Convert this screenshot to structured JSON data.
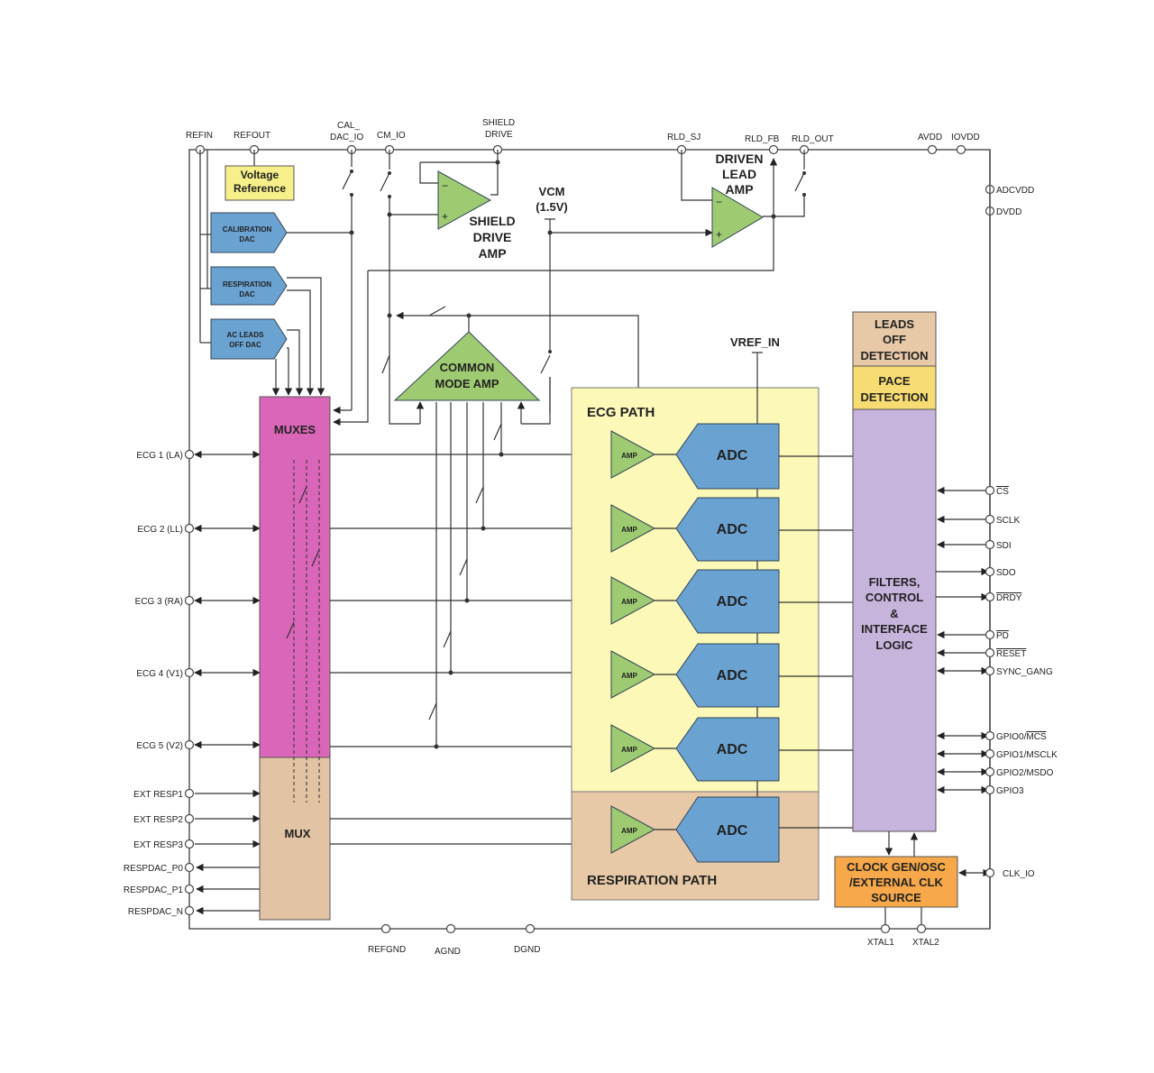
{
  "colors": {
    "mux": "#d966b8",
    "mux_low": "#e2c3a3",
    "amp": "#9ecb72",
    "adc": "#6aa2d2",
    "dac": "#6aa2d2",
    "ecg_path": "#fbf8b8",
    "resp_path": "#e8c9a7",
    "filters": "#c7b4dc",
    "leads_off": "#e8c9a7",
    "pace": "#f6dc72",
    "clock": "#f6a84a",
    "vref_box": "#f7f08a",
    "wire": "#333333"
  },
  "top_pins": {
    "refin": "REFIN",
    "refout": "REFOUT",
    "cal_dac_io_1": "CAL_",
    "cal_dac_io_2": "DAC_IO",
    "cm_io": "CM_IO",
    "shield_1": "SHIELD",
    "shield_2": "DRIVE",
    "rld_sj": "RLD_SJ",
    "rld_fb": "RLD_FB",
    "rld_out": "RLD_OUT",
    "avdd": "AVDD",
    "iovdd": "IOVDD"
  },
  "right_power": {
    "adcvdd": "ADCVDD",
    "dvdd": "DVDD"
  },
  "left_pins": {
    "ecg1": "ECG 1 (LA)",
    "ecg2": "ECG 2 (LL)",
    "ecg3": "ECG 3 (RA)",
    "ecg4": "ECG 4 (V1)",
    "ecg5": "ECG 5 (V2)",
    "ext1": "EXT RESP1",
    "ext2": "EXT RESP2",
    "ext3": "EXT RESP3",
    "rp0": "RESPDAC_P0",
    "rp1": "RESPDAC_P1",
    "rn": "RESPDAC_N"
  },
  "bottom_pins": {
    "refgnd": "REFGND",
    "agnd": "AGND",
    "dgnd": "DGND",
    "xtal1": "XTAL1",
    "xtal2": "XTAL2"
  },
  "right_pins": {
    "cs": "CS",
    "sclk": "SCLK",
    "sdi": "SDI",
    "sdo": "SDO",
    "drdy": "DRDY",
    "pd": "PD",
    "reset": "RESET",
    "sync": "SYNC_GANG",
    "gpio0_a": "GPIO0/",
    "gpio0_b": "MCS",
    "gpio1": "GPIO1/MSCLK",
    "gpio2": "GPIO2/MSDO",
    "gpio3": "GPIO3",
    "clk_io": "CLK_IO"
  },
  "blocks": {
    "vref_1": "Voltage",
    "vref_2": "Reference",
    "cal_dac_1": "CALIBRATION",
    "cal_dac_2": "DAC",
    "resp_dac_1": "RESPIRATION",
    "resp_dac_2": "DAC",
    "ac_dac_1": "AC LEADS",
    "ac_dac_2": "OFF DAC",
    "shield_amp_1": "SHIELD",
    "shield_amp_2": "DRIVE",
    "shield_amp_3": "AMP",
    "vcm_1": "VCM",
    "vcm_2": "(1.5V)",
    "drl_1": "DRIVEN",
    "drl_2": "LEAD",
    "drl_3": "AMP",
    "cm_amp_1": "COMMON",
    "cm_amp_2": "MODE AMP",
    "muxes": "MUXES",
    "mux": "MUX",
    "ecg_path": "ECG PATH",
    "resp_path": "RESPIRATION PATH",
    "vref_in": "VREF_IN",
    "amp": "AMP",
    "adc": "ADC",
    "leads_off_1": "LEADS",
    "leads_off_2": "OFF",
    "leads_off_3": "DETECTION",
    "pace_1": "PACE",
    "pace_2": "DETECTION",
    "filters_1": "FILTERS,",
    "filters_2": "CONTROL",
    "filters_3": "&",
    "filters_4": "INTERFACE",
    "filters_5": "LOGIC",
    "clock_1": "CLOCK GEN/OSC",
    "clock_2": "/EXTERNAL CLK",
    "clock_3": "SOURCE"
  }
}
